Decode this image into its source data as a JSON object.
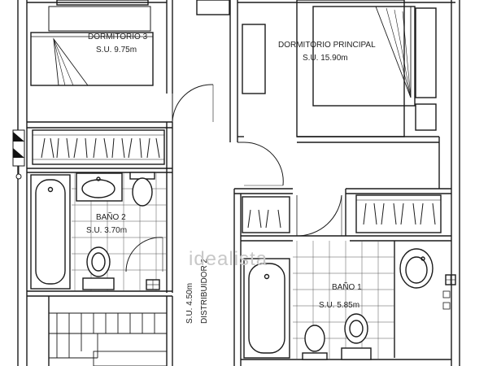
{
  "rooms": {
    "dormitorio3": {
      "name": "DORMITORIO 3",
      "area": "S.U. 9.75m"
    },
    "principal": {
      "name": "DORMITORIO PRINCIPAL",
      "area": "S.U. 15.90m"
    },
    "bano2": {
      "name": "BAÑO 2",
      "area": "S.U. 3.70m"
    },
    "bano1": {
      "name": "BAÑO 1",
      "area": "S.U. 5.85m"
    },
    "distribuidor": {
      "name": "DISTRIBUIDOR 2",
      "area": "S.U. 4.50m"
    }
  },
  "watermark": "idealista"
}
